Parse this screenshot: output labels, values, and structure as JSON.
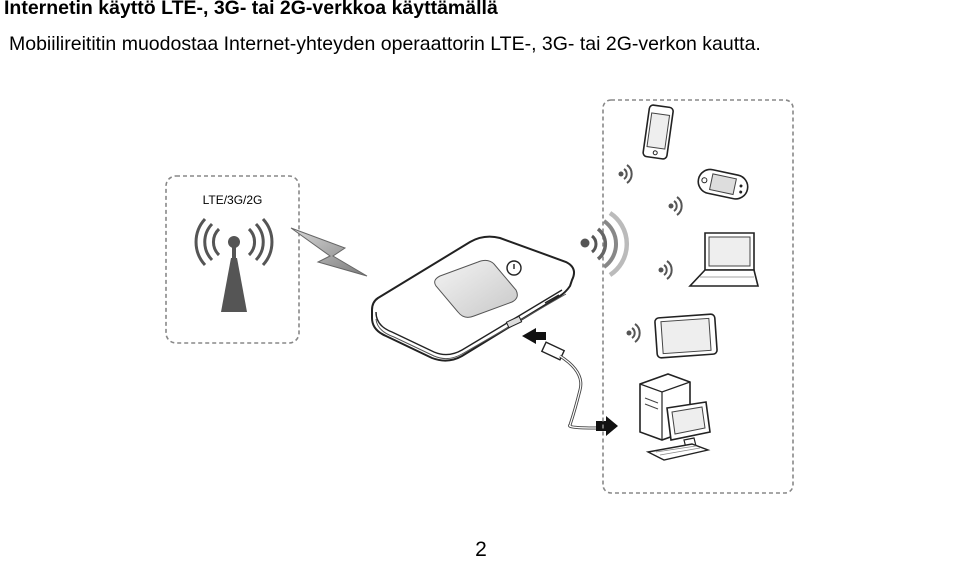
{
  "document": {
    "title": "Internetin käyttö LTE-, 3G- tai 2G-verkkoa käyttämällä",
    "subtitle": "Mobiilireititin muodostaa Internet-yhteyden operaattorin LTE-, 3G- tai 2G-verkon kautta.",
    "page_number": "2"
  },
  "figure": {
    "tower_label": "LTE/3G/2G",
    "icons": [
      "cell-tower-icon",
      "lightning-bolt-icon",
      "mobile-router-icon",
      "usb-cable-icon",
      "smartphone-icon",
      "handheld-game-console-icon",
      "laptop-icon",
      "tablet-icon",
      "desktop-computer-icon",
      "wifi-signal-icon"
    ]
  }
}
